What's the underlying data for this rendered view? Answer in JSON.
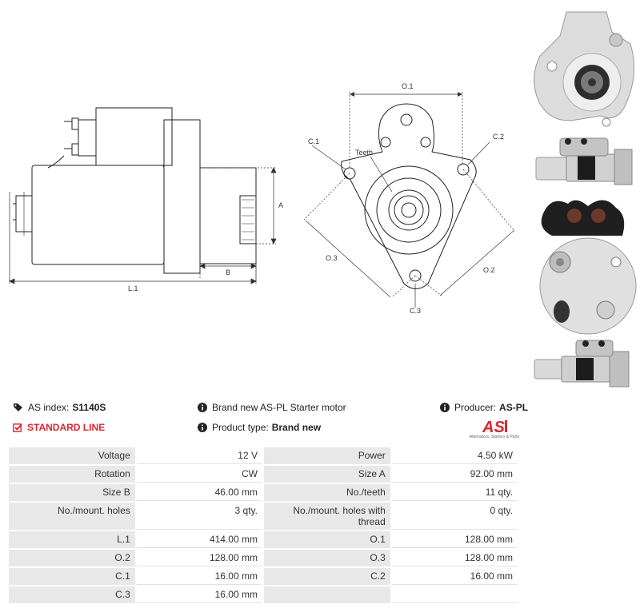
{
  "drawing": {
    "labels": {
      "L1": "L.1",
      "A": "A",
      "B": "B",
      "O1": "O.1",
      "O2": "O.2",
      "O3": "O.3",
      "C1": "C.1",
      "C2": "C.2",
      "C3": "C.3",
      "teeth": "Teeth"
    }
  },
  "photos": [
    "front-view-photo",
    "side-view-photo",
    "rear-view-photo",
    "side-view-small-photo"
  ],
  "info": {
    "as_index_label": "AS index:",
    "as_index_value": "S1140S",
    "line_label": "STANDARD LINE",
    "description": "Brand new AS-PL Starter motor",
    "product_type_label": "Product type:",
    "product_type_value": "Brand new",
    "producer_label": "Producer:",
    "producer_value": "AS-PL",
    "logo_text": "AS",
    "logo_tagline": "Alternators, Starters & Parts"
  },
  "colors": {
    "accent": "#d9262f",
    "label_bg": "#e8e8e8"
  },
  "specs": [
    [
      "Voltage",
      "12 V",
      "Power",
      "4.50 kW"
    ],
    [
      "Rotation",
      "CW",
      "Size A",
      "92.00 mm"
    ],
    [
      "Size B",
      "46.00 mm",
      "No./teeth",
      "11 qty."
    ],
    [
      "No./mount. holes",
      "3 qty.",
      "No./mount. holes with thread",
      "0 qty."
    ],
    [
      "L.1",
      "414.00 mm",
      "O.1",
      "128.00 mm"
    ],
    [
      "O.2",
      "128.00 mm",
      "O.3",
      "128.00 mm"
    ],
    [
      "C.1",
      "16.00 mm",
      "C.2",
      "16.00 mm"
    ],
    [
      "C.3",
      "16.00 mm",
      "",
      ""
    ]
  ]
}
